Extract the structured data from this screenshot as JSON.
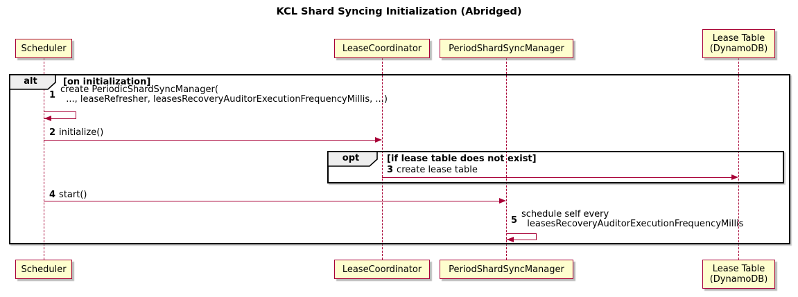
{
  "title": "KCL Shard Syncing Initialization (Abridged)",
  "participants": [
    {
      "name": "Scheduler"
    },
    {
      "name": "LeaseCoordinator"
    },
    {
      "name": "PeriodShardSyncManager"
    },
    {
      "name": "Lease Table\n(DynamoDB)"
    }
  ],
  "frames": {
    "alt": {
      "operator": "alt",
      "guard": "[on initialization]"
    },
    "opt": {
      "operator": "opt",
      "guard": "[if lease table does not exist]"
    }
  },
  "messages": [
    {
      "num": "1",
      "text": "create PeriodicShardSyncManager(\n  ..., leaseRefresher, leasesRecoveryAuditorExecutionFrequencyMillis, ...)"
    },
    {
      "num": "2",
      "text": "initialize()"
    },
    {
      "num": "3",
      "text": "create lease table"
    },
    {
      "num": "4",
      "text": "start()"
    },
    {
      "num": "5",
      "text": "schedule self every\n  leasesRecoveryAuditorExecutionFrequencyMillis"
    }
  ],
  "colors": {
    "background": "#FFFFFF",
    "participant_fill": "#FEFECE",
    "participant_border": "#A80036",
    "line": "#A80036",
    "frame_border": "#000000",
    "frame_label_fill": "#EEEEEE",
    "text": "#000000"
  }
}
